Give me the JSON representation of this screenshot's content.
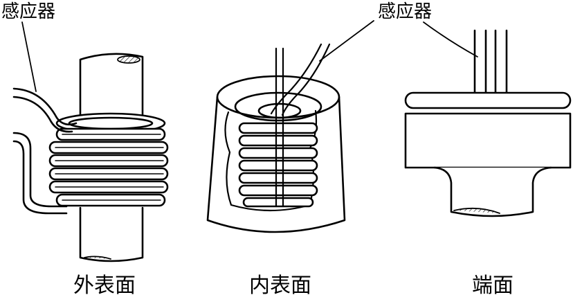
{
  "figure": {
    "panels": [
      {
        "caption": "外表面",
        "callout": "感应器"
      },
      {
        "caption": "内表面",
        "callout": ""
      },
      {
        "caption": "端面",
        "callout": "感应器"
      }
    ],
    "colors": {
      "stroke": "#000000",
      "background": "#ffffff",
      "hatch": "#000000"
    }
  }
}
